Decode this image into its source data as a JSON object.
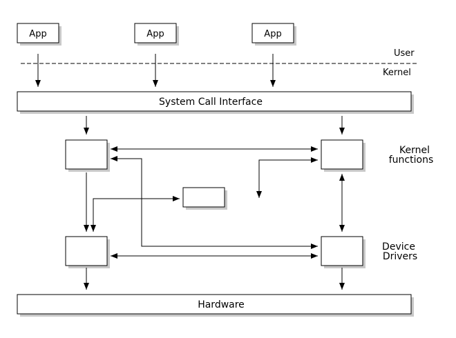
{
  "apps": [
    "App",
    "App",
    "App"
  ],
  "layer_labels": {
    "user": "User",
    "kernel": "Kernel"
  },
  "interface_label": "System Call Interface",
  "kernel_functions_label": [
    "Kernel",
    "functions"
  ],
  "device_drivers_label": [
    "Device",
    "Drivers"
  ],
  "hardware_label": "Hardware",
  "colors": {
    "stroke": "#000000",
    "fill": "#ffffff",
    "shadow": "#c8c8c8"
  }
}
